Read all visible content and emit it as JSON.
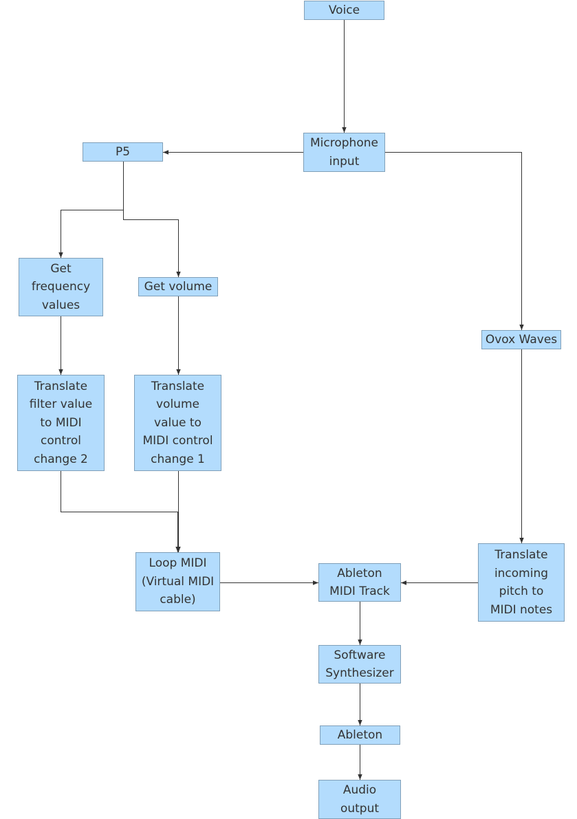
{
  "nodes": {
    "voice": "Voice",
    "microphone": "Microphone\ninput",
    "p5": "P5",
    "get_frequency": "Get\nfrequency\nvalues",
    "get_volume": "Get volume",
    "ovox_waves": "Ovox Waves",
    "translate_filter": "Translate\nfilter value\nto MIDI\ncontrol\nchange 2",
    "translate_volume": "Translate\nvolume\nvalue to\nMIDI control\nchange 1",
    "loop_midi": "Loop MIDI\n(Virtual MIDI\ncable)",
    "ableton_midi_track": "Ableton\nMIDI Track",
    "translate_pitch": "Translate\nincoming\npitch to\nMIDI notes",
    "software_synth": "Software\nSynthesizer",
    "ableton": "Ableton",
    "audio_output": "Audio\noutput"
  },
  "colors": {
    "node_fill": "#b3dcfd",
    "node_border": "#7f9fb8",
    "edge": "#333333",
    "text": "#333333"
  }
}
